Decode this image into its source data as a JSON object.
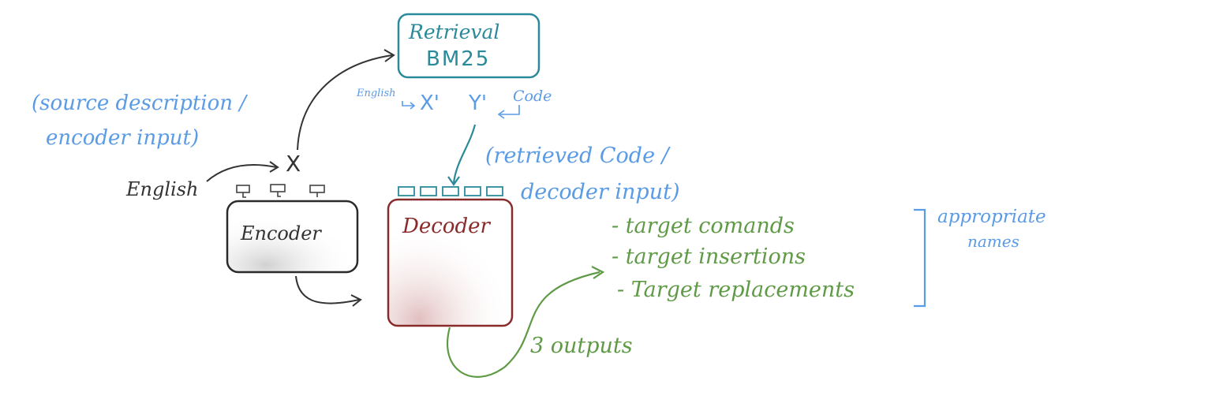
{
  "retrieval": {
    "line1": "Retrieval",
    "line2": "BM25"
  },
  "retrieval_outputs": {
    "x_prime": "X'",
    "y_prime": "Y'",
    "x_note": "English",
    "y_note": "Code"
  },
  "source_note": {
    "line1": "(source description /",
    "line2": "encoder input)"
  },
  "input": {
    "language": "English",
    "symbol": "X"
  },
  "retrieved_note": {
    "line1": "(retrieved Code /",
    "line2": "decoder input)"
  },
  "encoder": {
    "label": "Encoder"
  },
  "decoder": {
    "label": "Decoder"
  },
  "outputs": {
    "items": [
      "- target comands",
      "- target insertions",
      "- Target replacements"
    ],
    "count_label": "3 outputs",
    "bracket_note": {
      "line1": "appropriate",
      "line2": "names"
    }
  },
  "colors": {
    "blue": "#5a9be6",
    "teal": "#2a8a9a",
    "green": "#5f9a46",
    "maroon": "#8a2b2b",
    "black": "#333333"
  }
}
